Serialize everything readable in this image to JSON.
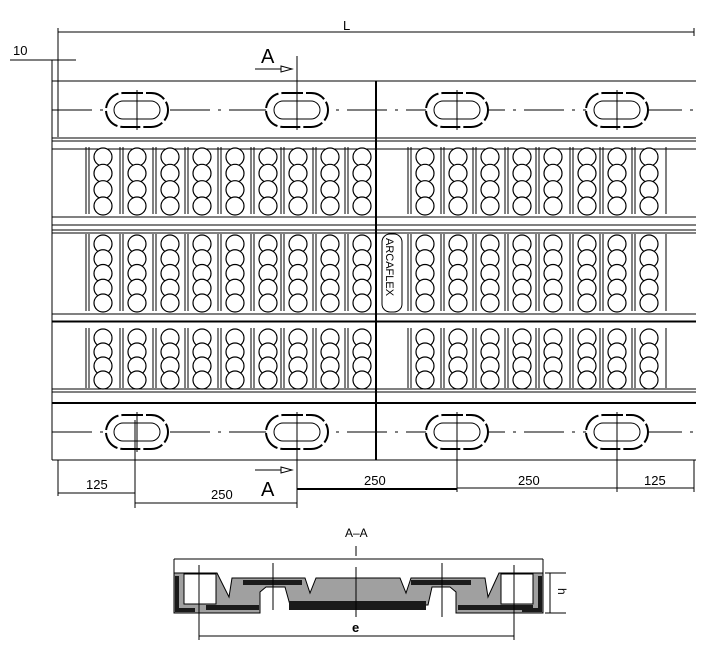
{
  "drawing": {
    "length_label": "L",
    "offset_label": "10",
    "section_marker_top": "A",
    "section_marker_bottom": "A",
    "brand_text": "ARCAFLEX",
    "pitch_dimensions": [
      "125",
      "250",
      "250",
      "250",
      "125"
    ]
  },
  "section": {
    "title": "A–A",
    "height_label": "h",
    "width_label": "e"
  },
  "colors": {
    "line": "#000000",
    "rubber": "#a0a0a0",
    "insert": "#1a1a1a"
  }
}
